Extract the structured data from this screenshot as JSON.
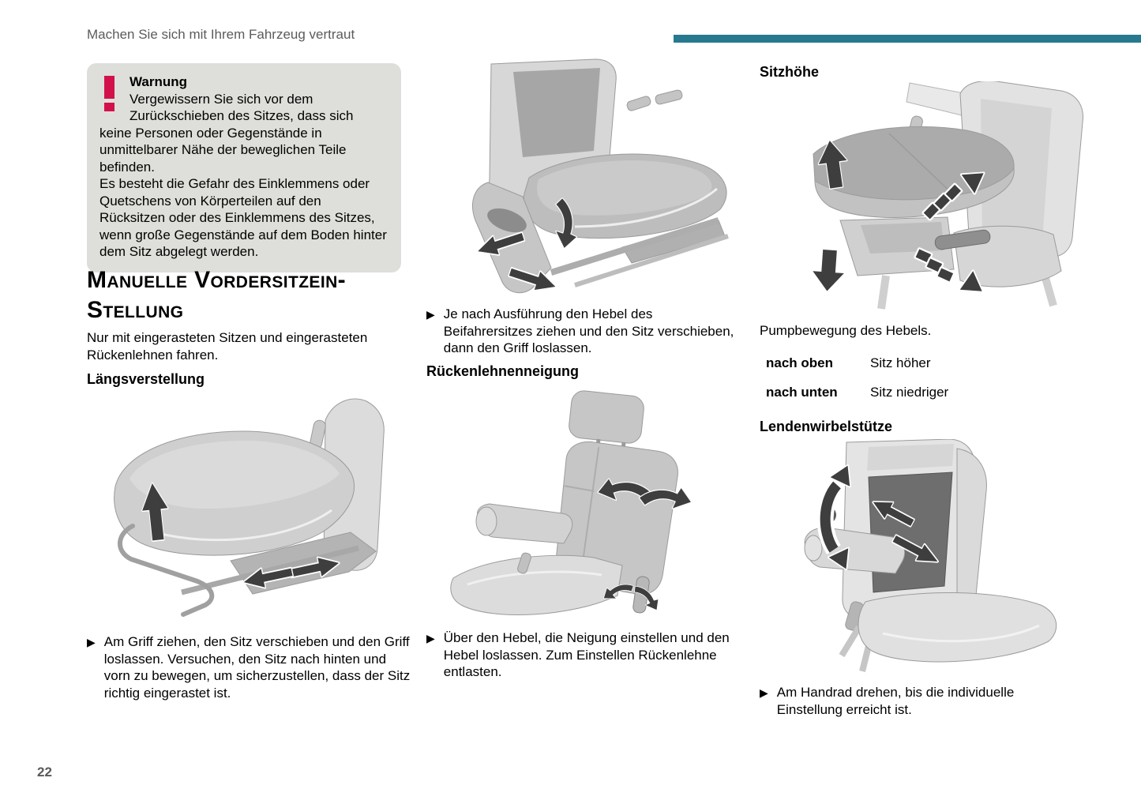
{
  "page": {
    "running_head": "Machen Sie sich mit Ihrem Fahrzeug vertraut",
    "page_number": "22",
    "accent_color": "#27798f"
  },
  "glyphs": {
    "bullet": "▶"
  },
  "warning": {
    "icon": "exclamation",
    "title": "Warnung",
    "body1": "Vergewissern Sie sich vor dem Zurückschieben des Sitzes, dass sich keine Personen oder Gegenstände in unmittelbarer Nähe der beweglichen Teile befinden.",
    "body2": "Es besteht die Gefahr des Einklemmens oder Quetschens von Körperteilen auf den Rücksitzen oder des Einklemmens des Sitzes, wenn große Gegenstände auf dem Boden hinter dem Sitz abgelegt werden."
  },
  "section": {
    "title_line1": "Manuelle Vordersitzein-",
    "title_line2": "Stellung",
    "intro": "Nur mit eingerasteten Sitzen und eingerasteten Rückenlehnen fahren."
  },
  "laengsverstellung": {
    "heading": "Längsverstellung",
    "illustration": "seat-longitudinal-adjustment-illustration",
    "bullet": "Am Griff ziehen, den Sitz verschieben und den Griff loslassen. Versuchen, den Sitz nach hinten und vorn zu bewegen, um sicherzustellen, dass der Sitz richtig eingerastet ist."
  },
  "beifahrersitz": {
    "illustration": "passenger-seat-lever-illustration",
    "bullet": "Je nach Ausführung den Hebel des Beifahrersitzes ziehen und den Sitz verschieben, dann den Griff loslassen."
  },
  "rueckenlehnenneigung": {
    "heading": "Rückenlehnenneigung",
    "illustration": "backrest-tilt-illustration",
    "bullet": "Über den Hebel, die Neigung einstellen und den Hebel loslassen. Zum Einstellen Rückenlehne entlasten."
  },
  "sitzhoehe": {
    "heading": "Sitzhöhe",
    "illustration": "seat-height-illustration",
    "caption": "Pumpbewegung des Hebels.",
    "table": [
      {
        "action": "nach oben",
        "result": "Sitz höher"
      },
      {
        "action": "nach unten",
        "result": "Sitz niedriger"
      }
    ]
  },
  "lendenwirbelstuetze": {
    "heading": "Lendenwirbelstütze",
    "illustration": "lumbar-support-illustration",
    "bullet": "Am Handrad drehen, bis die individuelle Einstellung erreicht ist."
  }
}
